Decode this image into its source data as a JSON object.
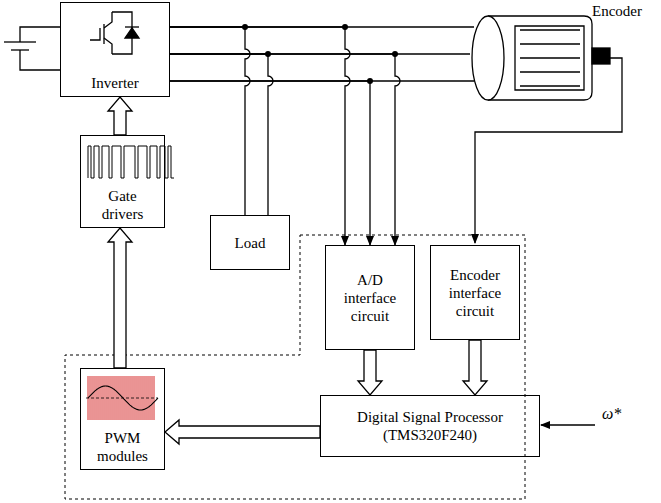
{
  "diagram": {
    "nodes": [
      {
        "text": [
          "Inverter"
        ]
      },
      {
        "text": [
          "Gate drivers"
        ]
      },
      {
        "text": [
          "Load"
        ]
      },
      {
        "text": [
          "A/D interface circuit"
        ]
      },
      {
        "text": [
          "Encoder interface circuit"
        ]
      },
      {
        "text": [
          "Digital Signal Processor (TMS320F240)"
        ]
      },
      {
        "text": [
          "PWM modules"
        ]
      }
    ],
    "edges": [
      {
        "from": 1,
        "to": 0,
        "arrow": "to"
      },
      {
        "from": 0,
        "to": 2,
        "arrow": "none"
      },
      {
        "from": 0,
        "to": 3,
        "arrow": "to"
      },
      {
        "from": 3,
        "to": 5,
        "arrow": "to"
      },
      {
        "from": 4,
        "to": 5,
        "arrow": "to"
      },
      {
        "from": 5,
        "to": 6,
        "arrow": "to"
      },
      {
        "from": 6,
        "to": 1,
        "arrow": "to"
      }
    ],
    "labels": [
      "Encoder",
      "ω*"
    ]
  }
}
